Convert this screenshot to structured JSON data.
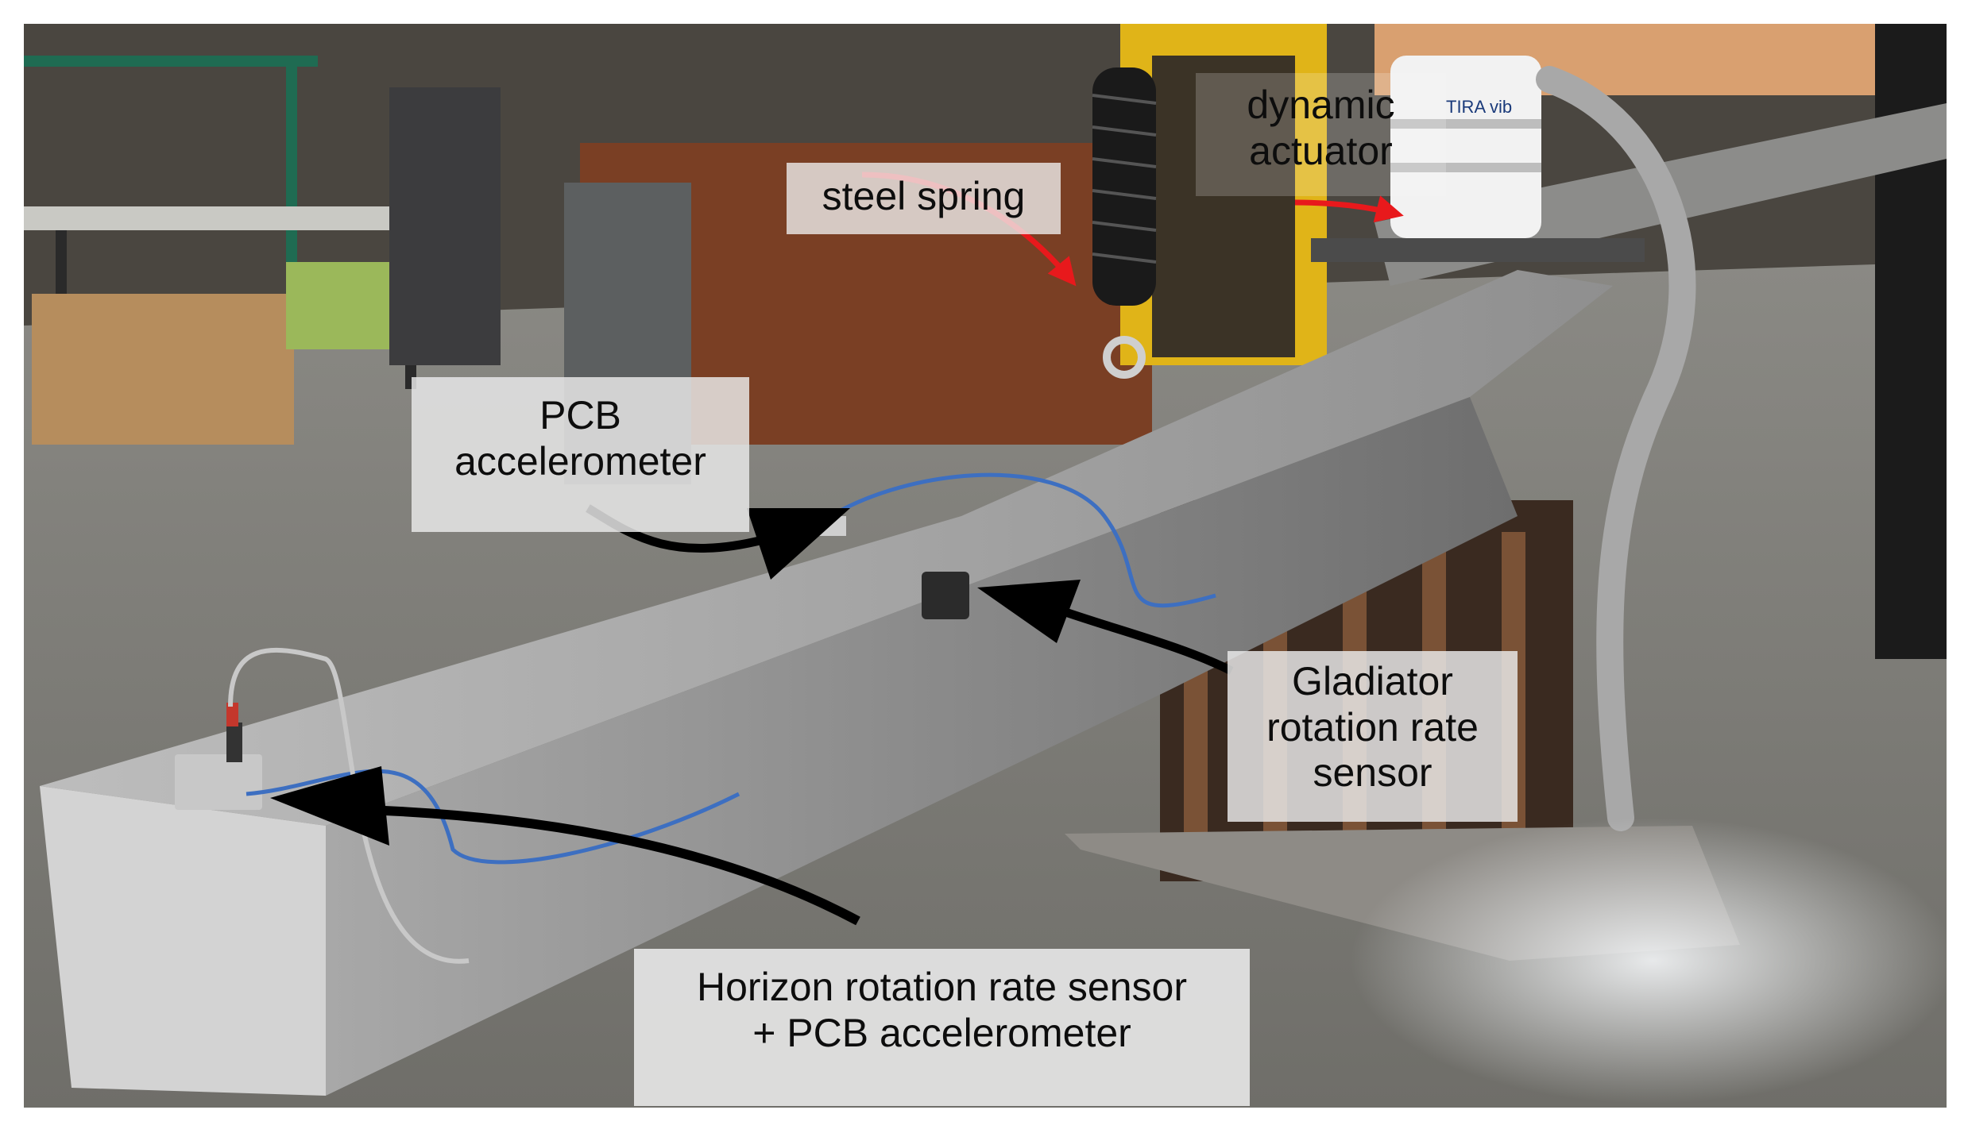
{
  "figure": {
    "description_labels": {
      "steel_spring": "steel spring",
      "dynamic_actuator": [
        "dynamic",
        "actuator"
      ],
      "pcb_accelerometer": [
        "PCB",
        "accelerometer"
      ],
      "gladiator_sensor": [
        "Gladiator",
        "rotation rate",
        "sensor"
      ],
      "horizon_sensor": [
        "Horizon rotation rate sensor",
        "+ PCB accelerometer"
      ]
    },
    "actuator_brand_text": "TIRA vib",
    "colors": {
      "label_text": "#0d0d0d",
      "red_arrow": "#e8191c",
      "black_arrow": "#000000",
      "beam_gray": "#9a9a9a",
      "floor_gray": "#7d7c77"
    }
  }
}
